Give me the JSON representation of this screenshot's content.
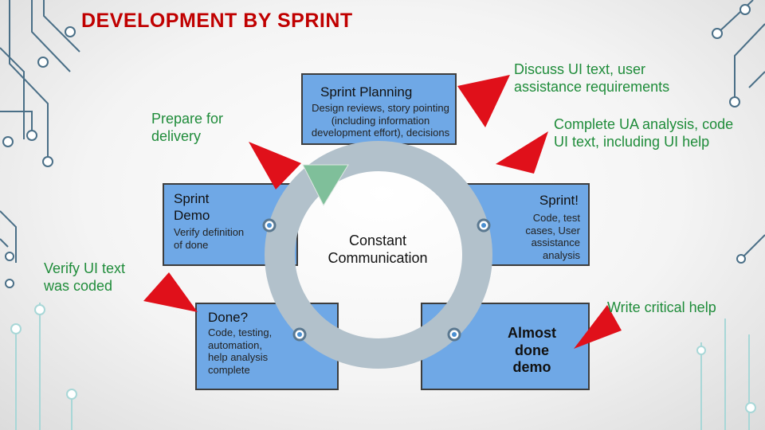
{
  "title": "DEVELOPMENT BY SPRINT",
  "planning": {
    "heading": "Sprint Planning",
    "body": "Design reviews, story pointing (including information development effort), decisions"
  },
  "demo": {
    "heading": "Sprint Demo",
    "body": "Verify definition of done"
  },
  "sprint": {
    "heading": "Sprint!",
    "body": "Code, test cases, User assistance analysis"
  },
  "done": {
    "heading": "Done?",
    "body": "Code, testing, automation, help analysis complete"
  },
  "almost": {
    "text": "Almost done demo"
  },
  "center": {
    "text": "Constant Communication"
  },
  "notes": {
    "discuss": "Discuss UI text, user assistance requirements",
    "complete": "Complete UA analysis, code UI text, including UI help",
    "prepare": "Prepare for delivery",
    "verify": "Verify UI text was coded",
    "write": "Write critical help"
  },
  "colors": {
    "box": "#6fa8e6",
    "ring": "#b2c1cb",
    "arrow": "#e0101a",
    "note_text": "#1f8c3a",
    "title": "#c00000",
    "circuit": "#4a6f87"
  }
}
